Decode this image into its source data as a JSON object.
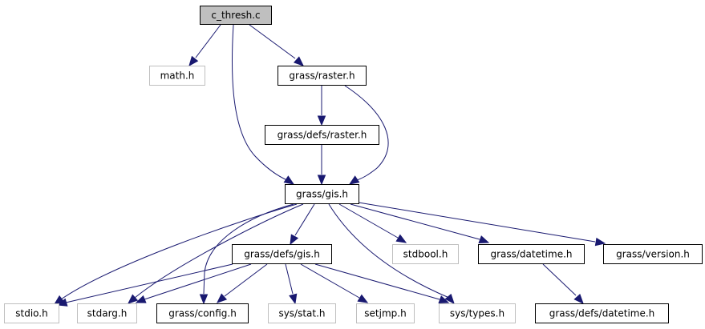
{
  "diagram": {
    "type": "include-dependency-graph",
    "colors": {
      "edge": "#191970",
      "root_fill": "#bfbfbf",
      "documented_border": "#000000",
      "external_border": "#bfbfbf"
    },
    "nodes": [
      {
        "id": "c_thresh_c",
        "label": "c_thresh.c",
        "kind": "root"
      },
      {
        "id": "math_h",
        "label": "math.h",
        "kind": "ext"
      },
      {
        "id": "grass_raster_h",
        "label": "grass/raster.h",
        "kind": "doc"
      },
      {
        "id": "grass_defs_raster_h",
        "label": "grass/defs/raster.h",
        "kind": "doc"
      },
      {
        "id": "grass_gis_h",
        "label": "grass/gis.h",
        "kind": "doc"
      },
      {
        "id": "grass_defs_gis_h",
        "label": "grass/defs/gis.h",
        "kind": "doc"
      },
      {
        "id": "stdbool_h",
        "label": "stdbool.h",
        "kind": "ext"
      },
      {
        "id": "grass_datetime_h",
        "label": "grass/datetime.h",
        "kind": "doc"
      },
      {
        "id": "grass_version_h",
        "label": "grass/version.h",
        "kind": "doc"
      },
      {
        "id": "stdio_h",
        "label": "stdio.h",
        "kind": "ext"
      },
      {
        "id": "stdarg_h",
        "label": "stdarg.h",
        "kind": "ext"
      },
      {
        "id": "grass_config_h",
        "label": "grass/config.h",
        "kind": "doc"
      },
      {
        "id": "sys_stat_h",
        "label": "sys/stat.h",
        "kind": "ext"
      },
      {
        "id": "setjmp_h",
        "label": "setjmp.h",
        "kind": "ext"
      },
      {
        "id": "sys_types_h",
        "label": "sys/types.h",
        "kind": "ext"
      },
      {
        "id": "grass_defs_datetime_h",
        "label": "grass/defs/datetime.h",
        "kind": "doc"
      }
    ],
    "edges": [
      {
        "from": "c_thresh_c",
        "to": "math_h"
      },
      {
        "from": "c_thresh_c",
        "to": "grass_raster_h"
      },
      {
        "from": "c_thresh_c",
        "to": "grass_gis_h"
      },
      {
        "from": "grass_raster_h",
        "to": "grass_defs_raster_h"
      },
      {
        "from": "grass_raster_h",
        "to": "grass_gis_h"
      },
      {
        "from": "grass_defs_raster_h",
        "to": "grass_gis_h"
      },
      {
        "from": "grass_gis_h",
        "to": "stdio_h"
      },
      {
        "from": "grass_gis_h",
        "to": "stdarg_h"
      },
      {
        "from": "grass_gis_h",
        "to": "grass_config_h"
      },
      {
        "from": "grass_gis_h",
        "to": "grass_defs_gis_h"
      },
      {
        "from": "grass_gis_h",
        "to": "sys_types_h"
      },
      {
        "from": "grass_gis_h",
        "to": "stdbool_h"
      },
      {
        "from": "grass_gis_h",
        "to": "grass_datetime_h"
      },
      {
        "from": "grass_gis_h",
        "to": "grass_version_h"
      },
      {
        "from": "grass_defs_gis_h",
        "to": "stdio_h"
      },
      {
        "from": "grass_defs_gis_h",
        "to": "stdarg_h"
      },
      {
        "from": "grass_defs_gis_h",
        "to": "grass_config_h"
      },
      {
        "from": "grass_defs_gis_h",
        "to": "sys_stat_h"
      },
      {
        "from": "grass_defs_gis_h",
        "to": "setjmp_h"
      },
      {
        "from": "grass_defs_gis_h",
        "to": "sys_types_h"
      },
      {
        "from": "grass_datetime_h",
        "to": "grass_defs_datetime_h"
      }
    ]
  }
}
